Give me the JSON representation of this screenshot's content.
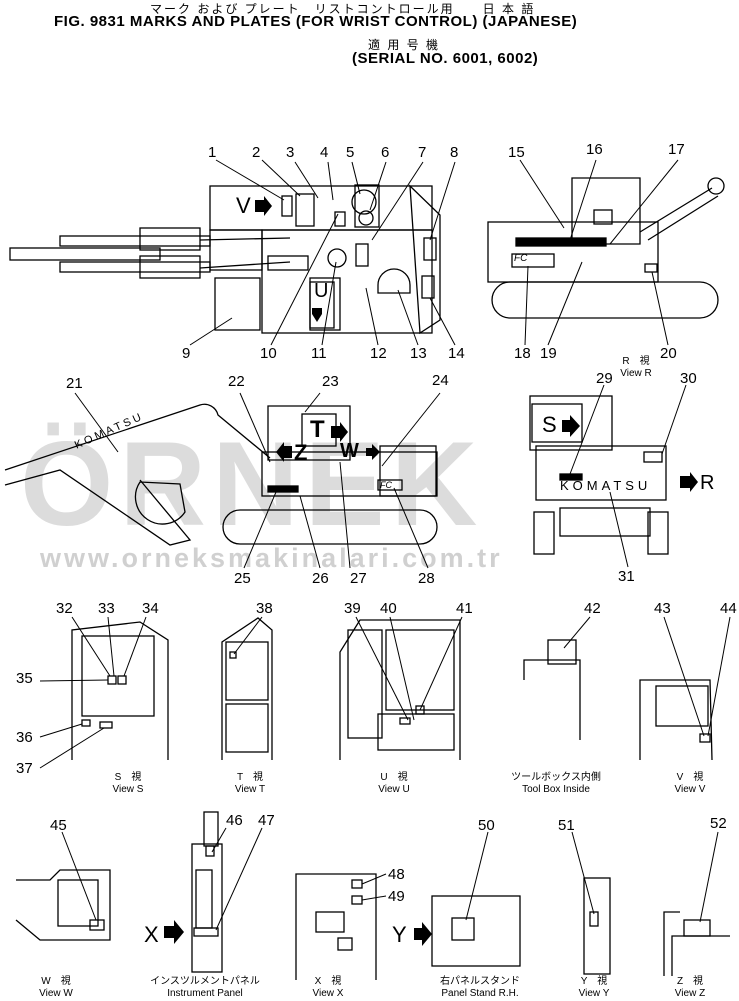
{
  "header": {
    "jp_line1": "マーク および プレート　リストコントロール用　　日 本 語",
    "title": "FIG. 9831  MARKS AND PLATES (FOR WRIST CONTROL) (JAPANESE)",
    "jp_line2": "適 用 号 機",
    "serial": "(SERIAL NO. 6001, 6002)"
  },
  "watermark": {
    "brand": "ÖRNEK",
    "url": "www.orneksmakinalari.com.tr"
  },
  "callouts": [
    "1",
    "2",
    "3",
    "4",
    "5",
    "6",
    "7",
    "8",
    "9",
    "10",
    "11",
    "12",
    "13",
    "14",
    "15",
    "16",
    "17",
    "18",
    "19",
    "20",
    "21",
    "22",
    "23",
    "24",
    "25",
    "26",
    "27",
    "28",
    "29",
    "30",
    "31",
    "32",
    "33",
    "34",
    "35",
    "36",
    "37",
    "38",
    "39",
    "40",
    "41",
    "42",
    "43",
    "44",
    "45",
    "46",
    "47",
    "48",
    "49",
    "50",
    "51",
    "52"
  ],
  "view_markers": {
    "v": "V",
    "u": "U",
    "t": "T",
    "w": "W",
    "s": "S",
    "z": "Z",
    "r": "R",
    "x": "X",
    "y": "Y"
  },
  "machine_marks": {
    "komatsu": "KOMATSU",
    "fc": "FC"
  },
  "captions": {
    "r_jp": "R　視",
    "r_en": "View R",
    "s_jp": "S　視",
    "s_en": "View S",
    "t_jp": "T　視",
    "t_en": "View T",
    "u_jp": "U　視",
    "u_en": "View U",
    "tool_jp": "ツールボックス内側",
    "tool_en": "Tool Box Inside",
    "v_jp": "V　視",
    "v_en": "View V",
    "w_jp": "W　視",
    "w_en": "View W",
    "ip_jp": "インスツルメントパネル",
    "ip_en": "Instrument Panel",
    "x_jp": "X　視",
    "x_en": "View X",
    "ps_jp": "右パネルスタンド",
    "ps_en": "Panel Stand R.H.",
    "y_jp": "Y　視",
    "y_en": "View Y",
    "z_jp": "Z　視",
    "z_en": "View Z"
  }
}
